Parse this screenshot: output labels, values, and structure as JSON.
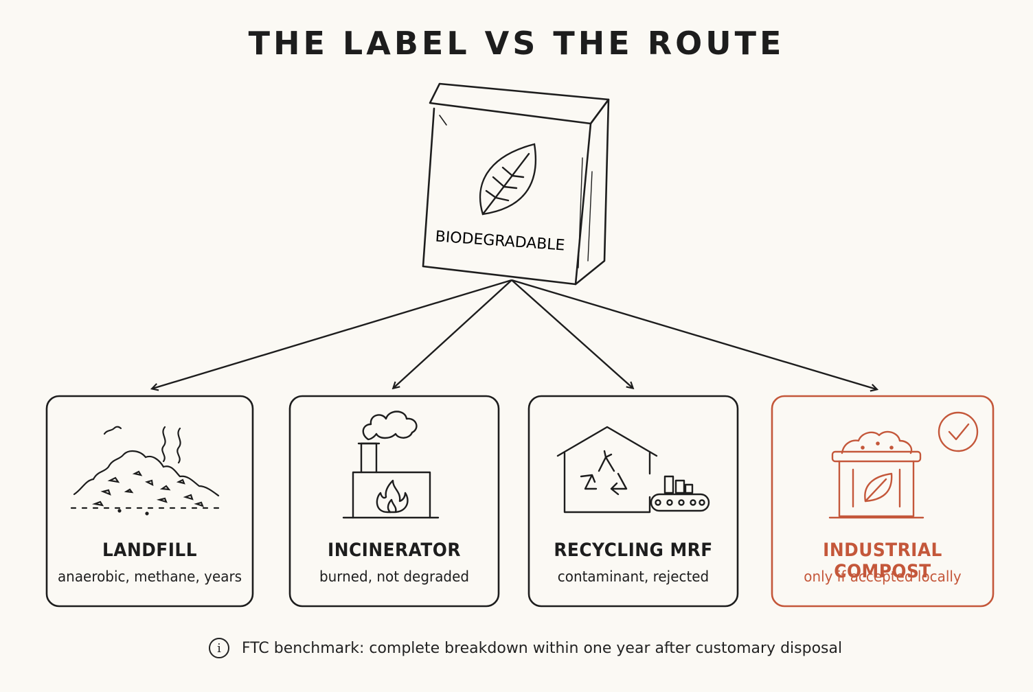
{
  "title": "THE LABEL VS THE ROUTE",
  "bag": {
    "label": "BIODEGRADABLE",
    "icon": "leaf-icon"
  },
  "routes": [
    {
      "title": "LANDFILL",
      "subtitle": "anaerobic, methane, years",
      "icon": "landfill-pile-icon",
      "highlight": false
    },
    {
      "title": "INCINERATOR",
      "subtitle": "burned, not degraded",
      "icon": "factory-flame-icon",
      "highlight": false
    },
    {
      "title": "RECYCLING MRF",
      "subtitle": "contaminant, rejected",
      "icon": "recycling-facility-icon",
      "highlight": false
    },
    {
      "title": "INDUSTRIAL COMPOST",
      "subtitle": "only if accepted locally",
      "icon": "compost-bin-icon",
      "highlight": true,
      "badge": "check-circle-icon"
    }
  ],
  "footnote": {
    "icon": "info-icon",
    "text": "FTC benchmark: complete breakdown within one year after customary disposal"
  },
  "colors": {
    "ink": "#1d1d1d",
    "accent": "#c4573a",
    "background": "#fbf9f4"
  }
}
